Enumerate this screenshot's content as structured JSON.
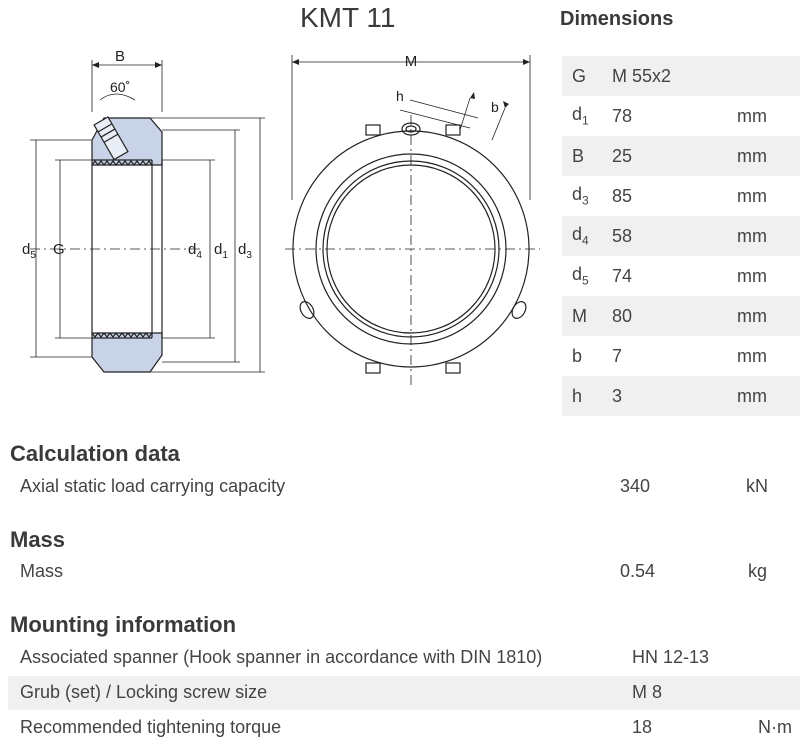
{
  "title": "KMT 11",
  "dimensions": {
    "heading": "Dimensions",
    "rows": [
      {
        "symbol": "G",
        "sub": "",
        "value": "M 55x2",
        "unit": ""
      },
      {
        "symbol": "d",
        "sub": "1",
        "value": "78",
        "unit": "mm"
      },
      {
        "symbol": "B",
        "sub": "",
        "value": "25",
        "unit": "mm"
      },
      {
        "symbol": "d",
        "sub": "3",
        "value": "85",
        "unit": "mm"
      },
      {
        "symbol": "d",
        "sub": "4",
        "value": "58",
        "unit": "mm"
      },
      {
        "symbol": "d",
        "sub": "5",
        "value": "74",
        "unit": "mm"
      },
      {
        "symbol": "M",
        "sub": "",
        "value": "80",
        "unit": "mm"
      },
      {
        "symbol": "b",
        "sub": "",
        "value": "7",
        "unit": "mm"
      },
      {
        "symbol": "h",
        "sub": "",
        "value": "3",
        "unit": "mm"
      }
    ]
  },
  "drawing_labels": {
    "B": "B",
    "angle": "60˚",
    "d5": "d",
    "d5_sub": "5",
    "G": "G",
    "d4": "d",
    "d4_sub": "4",
    "d1": "d",
    "d1_sub": "1",
    "d3": "d",
    "d3_sub": "3",
    "M": "M",
    "h": "h",
    "b": "b"
  },
  "calculation": {
    "heading": "Calculation data",
    "rows": [
      {
        "label": "Axial static load carrying capacity",
        "value": "340",
        "unit": "kN"
      }
    ]
  },
  "mass": {
    "heading": "Mass",
    "rows": [
      {
        "label": "Mass",
        "value": "0.54",
        "unit": "kg"
      }
    ]
  },
  "mounting": {
    "heading": "Mounting information",
    "rows": [
      {
        "label": "Associated spanner (Hook spanner in accordance with DIN 1810)",
        "value": "HN 12-13",
        "unit": ""
      },
      {
        "label": "Grub (set) / Locking screw size",
        "value": "M 8",
        "unit": ""
      },
      {
        "label": "Recommended tightening torque",
        "value": "18",
        "unit": "N·m"
      }
    ]
  },
  "colors": {
    "section_fill": "#c8d3e8",
    "row_shade": "#f0f0f0",
    "line": "#222222"
  }
}
